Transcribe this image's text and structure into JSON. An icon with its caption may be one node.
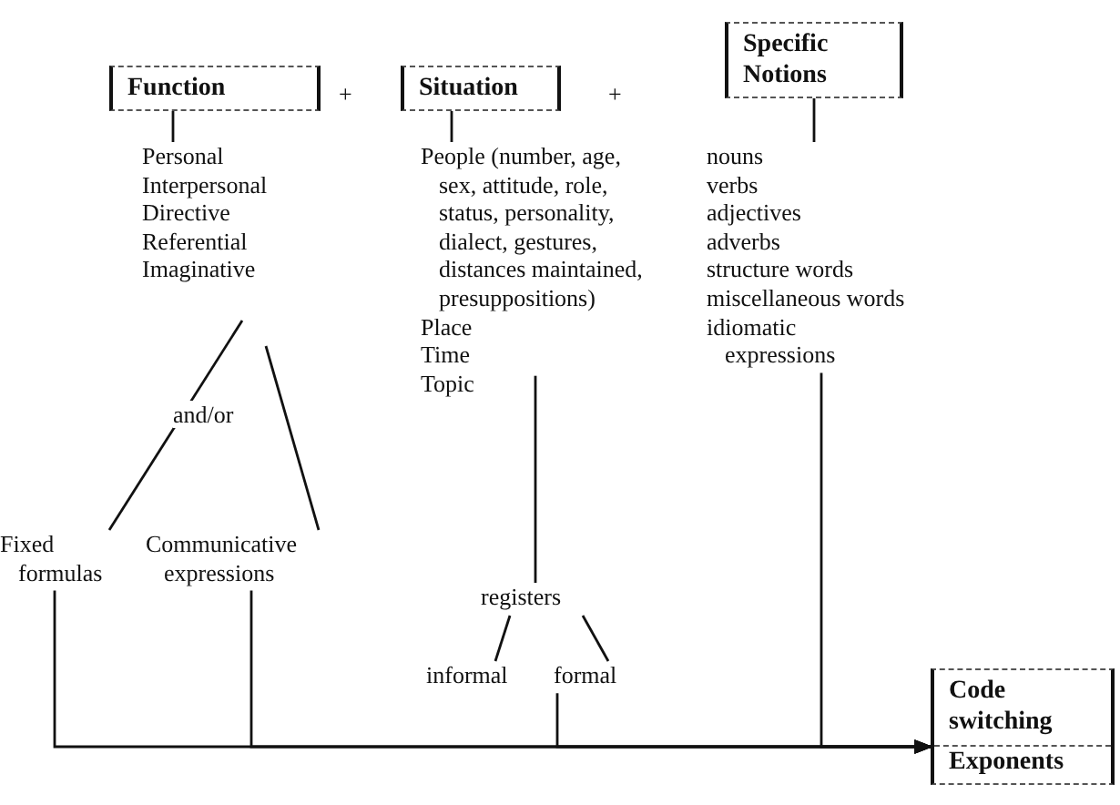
{
  "diagram": {
    "nodes": [
      {
        "text": [
          "Function"
        ]
      },
      {
        "text": [
          "Situation"
        ]
      },
      {
        "text": [
          "Specific Notions"
        ]
      },
      {
        "text": [
          "Personal",
          "Interpersonal",
          "Directive",
          "Referential",
          "Imaginative"
        ]
      },
      {
        "text": [
          "Fixed formulas"
        ]
      },
      {
        "text": [
          "Communicative expressions"
        ]
      },
      {
        "text": [
          "People (number, age, sex, attitude, role, status, personality, dialect, gestures, distances maintained, presuppositions)",
          "Place",
          "Time",
          "Topic"
        ]
      },
      {
        "text": [
          "registers"
        ]
      },
      {
        "text": [
          "informal"
        ]
      },
      {
        "text": [
          "formal"
        ]
      },
      {
        "text": [
          "nouns",
          "verbs",
          "adjectives",
          "adverbs",
          "structure words",
          "miscellaneous words",
          "idiomatic expressions"
        ]
      },
      {
        "text": [
          "Code switching",
          "Exponents"
        ]
      }
    ],
    "edges": [
      {
        "from": 0,
        "to": 3,
        "arrow": "none"
      },
      {
        "from": 1,
        "to": 6,
        "arrow": "none"
      },
      {
        "from": 2,
        "to": 10,
        "arrow": "none"
      },
      {
        "from": 3,
        "to": 4,
        "arrow": "none"
      },
      {
        "from": 3,
        "to": 5,
        "arrow": "none"
      },
      {
        "from": 6,
        "to": 7,
        "arrow": "none"
      },
      {
        "from": 7,
        "to": 8,
        "arrow": "none"
      },
      {
        "from": 7,
        "to": 9,
        "arrow": "none"
      },
      {
        "from": 4,
        "to": 11,
        "arrow": "to"
      },
      {
        "from": 5,
        "to": 11,
        "arrow": "to"
      },
      {
        "from": 9,
        "to": 11,
        "arrow": "to"
      },
      {
        "from": 10,
        "to": 11,
        "arrow": "to"
      }
    ],
    "labels": [
      "+",
      "+",
      "and/or"
    ]
  }
}
